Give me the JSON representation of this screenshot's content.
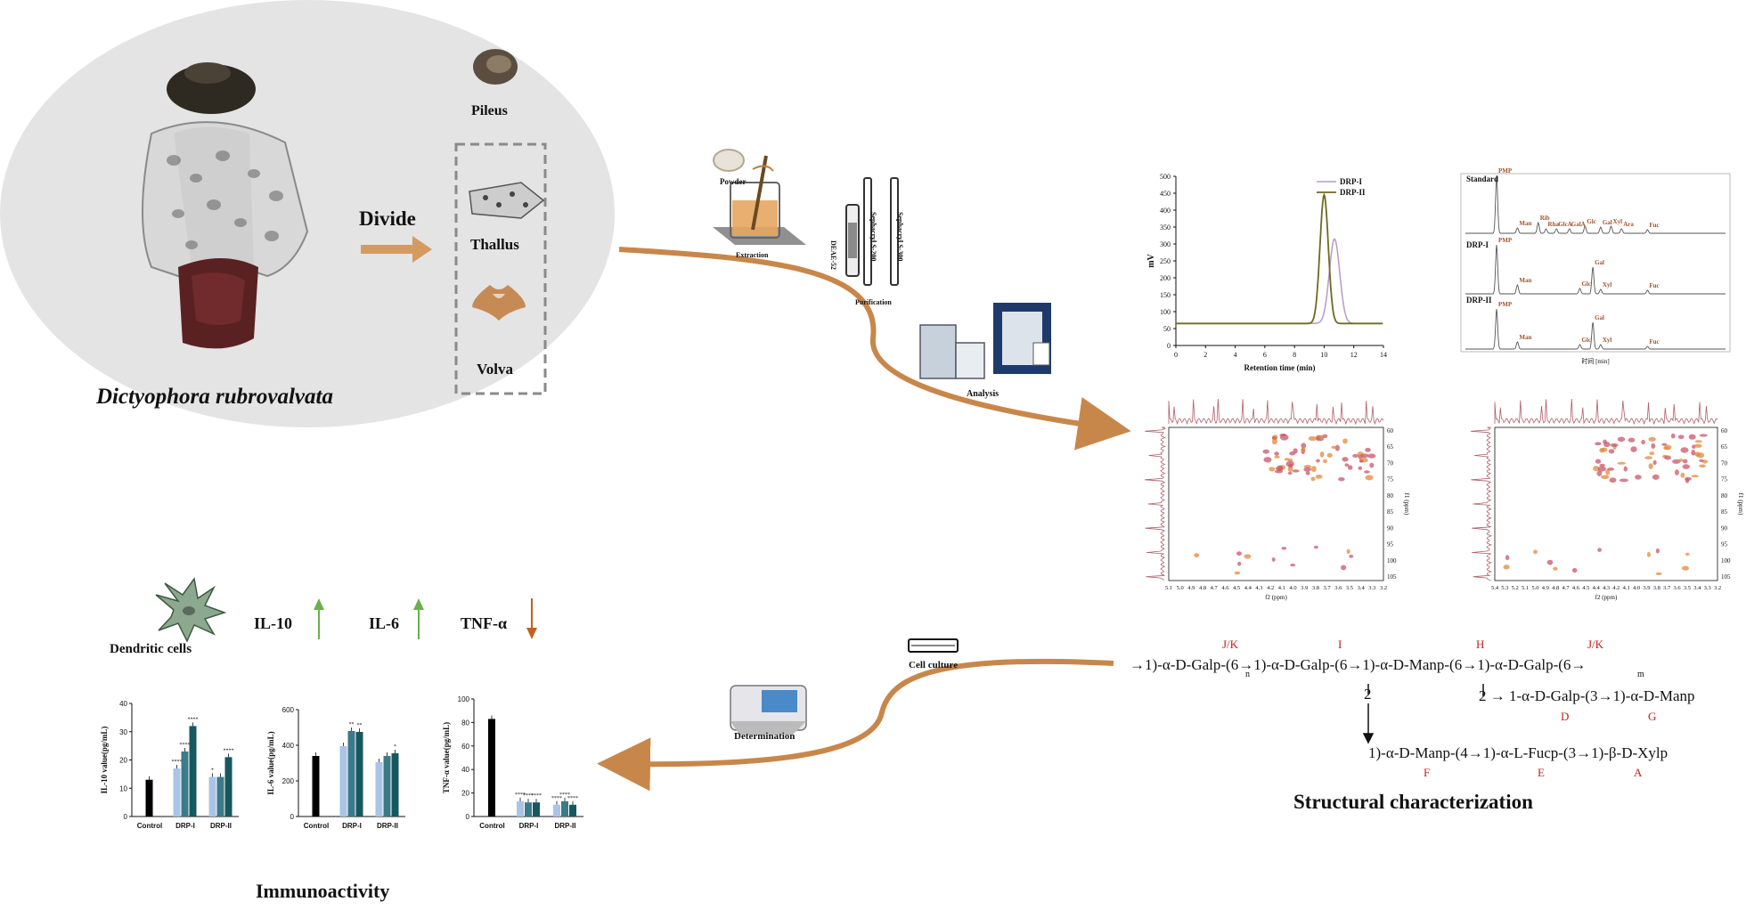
{
  "species": "Dictyophora rubrovalvata",
  "divide_label": "Divide",
  "parts": [
    "Pileus",
    "Thallus",
    "Volva"
  ],
  "workflow": {
    "powder": "Powder",
    "extraction": "Extraction",
    "column1": "DEAE-52",
    "column2": "Sephacryl S-200",
    "column3": "Sephacryl S-300",
    "purification": "Purification",
    "analysis": "Analysis",
    "cell_culture": "Cell culture",
    "determination": "Determination"
  },
  "section_titles": {
    "structural": "Structural characterization",
    "immuno": "Immunoactivity"
  },
  "hpgpc_chart": {
    "ylabel": "mV",
    "xlabel": "Retention time (min)",
    "yticks": [
      "0",
      "50",
      "100",
      "150",
      "200",
      "250",
      "300",
      "350",
      "400",
      "450",
      "500"
    ],
    "xticks": [
      "0",
      "2",
      "4",
      "6",
      "8",
      "10",
      "12",
      "14"
    ],
    "legend": [
      "DRP-I",
      "DRP-II"
    ]
  },
  "monosaccharide_panel": {
    "traces": [
      "Standard",
      "DRP-I",
      "DRP-II"
    ],
    "standard_peaks": [
      "PMP",
      "Man",
      "Rib",
      "Rha",
      "GlcA",
      "GalA",
      "Glc",
      "Gal",
      "Xyl",
      "Ara",
      "Fuc"
    ],
    "drp1_peaks": [
      "PMP",
      "Man",
      "Glc",
      "Gal",
      "Xyl",
      "Fuc"
    ],
    "drp2_peaks": [
      "PMP",
      "Man",
      "Glc",
      "Gal",
      "Xyl",
      "Fuc"
    ],
    "xlabel": "时间 [min]"
  },
  "nmr_left": {
    "xlabel": "f2 (ppm)",
    "ylabel": "f1 (ppm)",
    "xticks": [
      "5.1",
      "5.0",
      "4.9",
      "4.8",
      "4.7",
      "4.6",
      "4.5",
      "4.4",
      "4.3",
      "4.2",
      "4.1",
      "4.0",
      "3.9",
      "3.8",
      "3.7",
      "3.6",
      "3.5",
      "3.4",
      "3.3",
      "3.2"
    ],
    "yticks": [
      "60",
      "65",
      "70",
      "75",
      "80",
      "85",
      "90",
      "95",
      "100",
      "105"
    ]
  },
  "nmr_right": {
    "xlabel": "f2 (ppm)",
    "ylabel": "f1 (ppm)",
    "xticks": [
      "5.4",
      "5.3",
      "5.2",
      "5.1",
      "5.0",
      "4.9",
      "4.8",
      "4.7",
      "4.6",
      "4.5",
      "4.4",
      "4.3",
      "4.2",
      "4.1",
      "4.0",
      "3.9",
      "3.8",
      "3.7",
      "3.6",
      "3.5",
      "3.4",
      "3.3",
      "3.2"
    ],
    "yticks": [
      "60",
      "65",
      "70",
      "75",
      "80",
      "85",
      "90",
      "95",
      "100",
      "105"
    ]
  },
  "structure": {
    "residue_letters_top": [
      "J/K",
      "I",
      "H",
      "J/K"
    ],
    "line1": "→1)-α-D-Galp-(6→1)-α-D-Galp-(6→1)-α-D-Manp-(6→1)-α-D-Galp-(6→",
    "sub_n": "n",
    "sub_m": "m",
    "branch_2": "2",
    "line2_right": "2 → 1-α-D-Galp-(3→1)-α-D-Manp",
    "letters_mid": [
      "D",
      "G"
    ],
    "line3": "1)-α-D-Manp-(4→1)-α-L-Fucp-(3→1)-β-D-Xylp",
    "letters_bottom": [
      "F",
      "E",
      "A"
    ]
  },
  "cytokines": {
    "cell": "Dendritic cells",
    "items": [
      {
        "name": "IL-10",
        "direction": "up"
      },
      {
        "name": "IL-6",
        "direction": "up"
      },
      {
        "name": "TNF-α",
        "direction": "down"
      }
    ]
  },
  "chart_data": [
    {
      "type": "bar",
      "ylabel": "IL-10 value(pg/mL)",
      "ylim": [
        0,
        40
      ],
      "yticks": [
        "0",
        "10",
        "20",
        "30",
        "40"
      ],
      "categories": [
        "Control",
        "DRP-I",
        "DRP-II"
      ],
      "values": [
        [
          13
        ],
        [
          17,
          23,
          32
        ],
        [
          14,
          14,
          21
        ]
      ],
      "significance": [
        [
          ""
        ],
        [
          "****",
          "****",
          "****"
        ],
        [
          "*",
          "",
          "****"
        ]
      ]
    },
    {
      "type": "bar",
      "ylabel": "IL-6 value(pg/mL)",
      "ylim": [
        0,
        600
      ],
      "yticks": [
        "0",
        "200",
        "400",
        "600"
      ],
      "categories": [
        "Control",
        "DRP-I",
        "DRP-II"
      ],
      "values": [
        [
          340
        ],
        [
          395,
          480,
          475
        ],
        [
          305,
          340,
          355
        ]
      ],
      "significance": [
        [
          ""
        ],
        [
          "",
          "**",
          "**"
        ],
        [
          "",
          "",
          "*"
        ]
      ]
    },
    {
      "type": "bar",
      "ylabel": "TNF-α value(pg/mL)",
      "ylim": [
        0,
        100
      ],
      "yticks": [
        "0",
        "20",
        "40",
        "60",
        "80",
        "100"
      ],
      "categories": [
        "Control",
        "DRP-I",
        "DRP-II"
      ],
      "values": [
        [
          83
        ],
        [
          13,
          12,
          12
        ],
        [
          10,
          13,
          10
        ]
      ],
      "significance": [
        [
          ""
        ],
        [
          "****",
          "****",
          "****"
        ],
        [
          "****",
          "****",
          "****"
        ]
      ]
    }
  ]
}
